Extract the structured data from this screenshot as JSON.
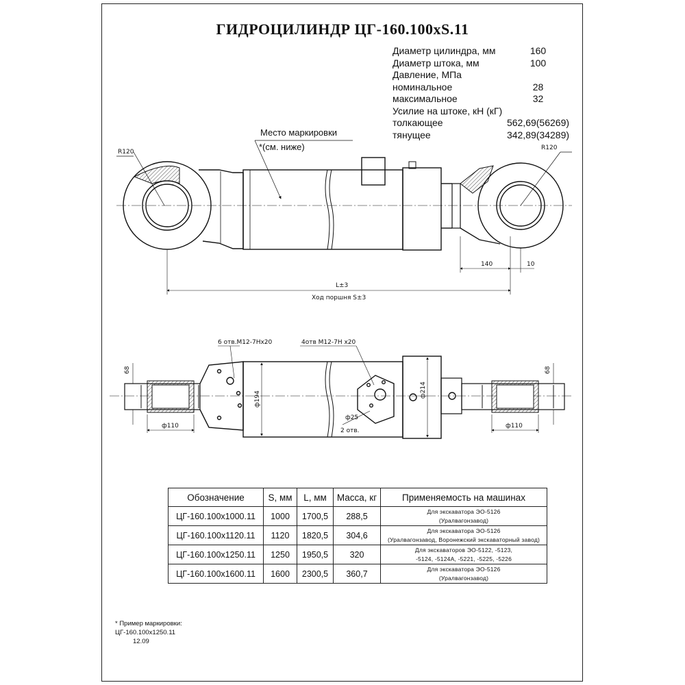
{
  "title": "ГИДРОЦИЛИНДР ЦГ-160.100хS.11",
  "specs": [
    {
      "label": "Диаметр цилиндра, мм",
      "value": "160"
    },
    {
      "label": "Диаметр штока, мм",
      "value": "100"
    },
    {
      "label": "Давление, МПа",
      "value": ""
    },
    {
      "label": "номинальное",
      "value": "28"
    },
    {
      "label": "максимальное",
      "value": "32"
    },
    {
      "label": "Усилие на штоке, кН (кГ)",
      "value": ""
    },
    {
      "label": "толкающее",
      "value": "562,69(56269)"
    },
    {
      "label": "тянущее",
      "value": "342,89(34289)"
    }
  ],
  "drawing": {
    "marking_label": "Место маркировки",
    "marking_sub": "*(см. ниже)",
    "r_left": "R120",
    "r_right": "R120",
    "dim_140": "140",
    "dim_10": "10",
    "dim_L": "L±3",
    "dim_stroke": "Ход поршня S±3",
    "holes_6": "6 отв.М12-7Нх20",
    "holes_4": "4отв М12-7Н х20",
    "dim_68_left": "68",
    "dim_68_right": "68",
    "dia_110_left": "ф110",
    "dia_110_right": "ф110",
    "dia_194": "ф194",
    "dia_214": "ф214",
    "dia_25": "ф25",
    "holes_2": "2 отв."
  },
  "table": {
    "headers": [
      "Обозначение",
      "S, мм",
      "L, мм",
      "Масса, кг",
      "Применяемость на машинах"
    ],
    "rows": [
      {
        "code": "ЦГ-160.100х1000.11",
        "s": "1000",
        "l": "1700,5",
        "m": "288,5",
        "use1": "Для экскаватора ЭО-5126",
        "use2": "(Уралвагонзавод)"
      },
      {
        "code": "ЦГ-160.100х1120.11",
        "s": "1120",
        "l": "1820,5",
        "m": "304,6",
        "use1": "Для экскаватора ЭО-5126",
        "use2": "(Уралвагонзавод, Воронежский экскаваторный завод)"
      },
      {
        "code": "ЦГ-160.100х1250.11",
        "s": "1250",
        "l": "1950,5",
        "m": "320",
        "use1": "Для экскаваторов ЭО-5122, -5123,",
        "use2": "-5124, -5124А, -5221, -5225, -5226"
      },
      {
        "code": "ЦГ-160.100х1600.11",
        "s": "1600",
        "l": "2300,5",
        "m": "360,7",
        "use1": "Для экскаватора ЭО-5126",
        "use2": "(Уралвагонзавод)"
      }
    ]
  },
  "note": {
    "line1": "* Пример маркировки:",
    "line2": "ЦГ-160.100х1250.11",
    "line3": "12.09"
  }
}
